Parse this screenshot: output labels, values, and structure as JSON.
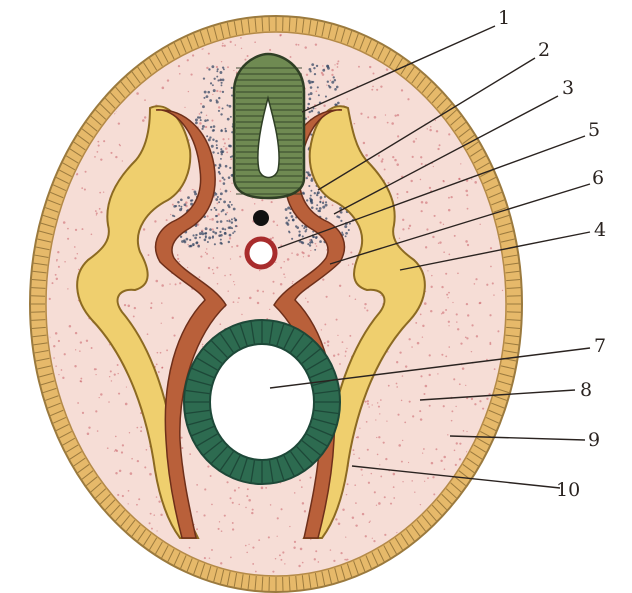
{
  "figure": {
    "labels": [
      {
        "id": "1",
        "text": "1"
      },
      {
        "id": "2",
        "text": "2"
      },
      {
        "id": "3",
        "text": "3"
      },
      {
        "id": "5",
        "text": "5"
      },
      {
        "id": "6",
        "text": "6"
      },
      {
        "id": "4",
        "text": "4"
      },
      {
        "id": "7",
        "text": "7"
      },
      {
        "id": "8",
        "text": "8"
      },
      {
        "id": "9",
        "text": "9"
      },
      {
        "id": "10",
        "text": "10"
      }
    ],
    "colors": {
      "background": "#ffffff",
      "outer_band": "#e6b96a",
      "outer_band_stripes": "#9b7a3e",
      "mesenchyme": "#f6ddd6",
      "speckle": "#c8606a",
      "dark_speckle": "#3a4a66",
      "neural_tube": "#6f8a52",
      "neural_tube_stripes": "#2f3f25",
      "notochord": "#111111",
      "aorta_ring": "#a82c2c",
      "somatic_fold": "#efcf6e",
      "somatic_fold_outline": "#8c6a22",
      "splanchnic_layer": "#b9603a",
      "gut_ring": "#2d6b50",
      "gut_cells": "#1d4838",
      "leader_line": "#2a2320"
    }
  }
}
